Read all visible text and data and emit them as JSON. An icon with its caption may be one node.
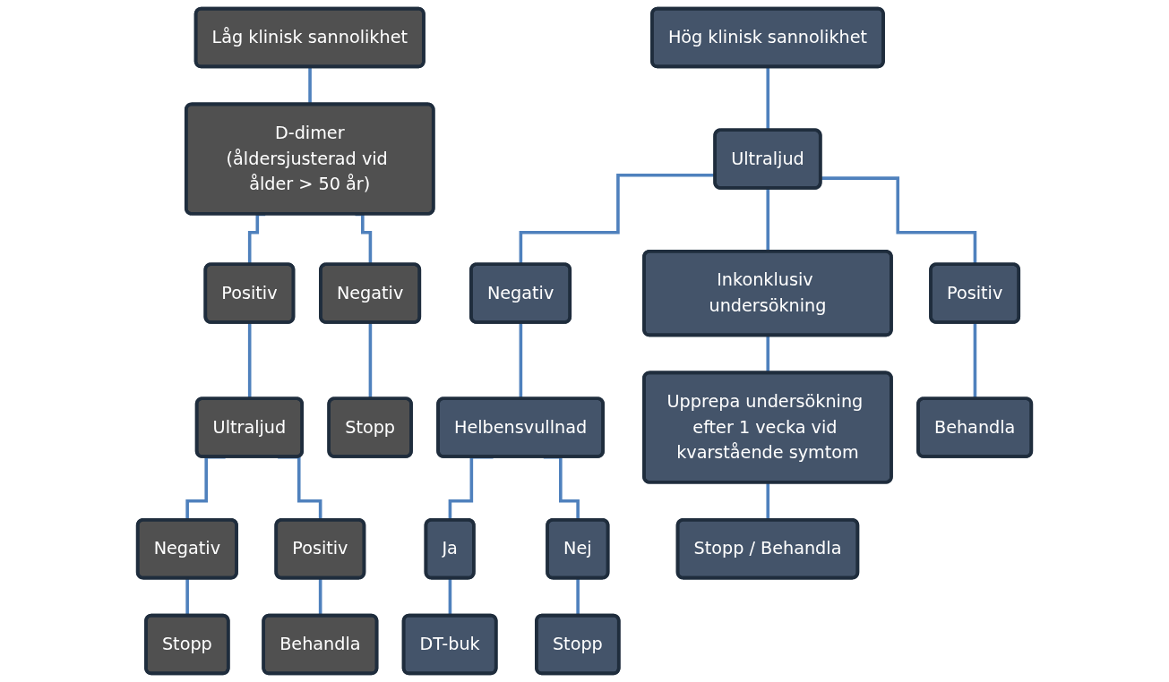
{
  "diagram": {
    "nodes": [
      {
        "text": [
          "Låg klinisk sannolikhet"
        ]
      },
      {
        "text": [
          "D-dimer",
          "(åldersjusterad vid ålder > 50 år)"
        ]
      },
      {
        "text": [
          "Negativ"
        ]
      },
      {
        "text": [
          "Positiv"
        ]
      },
      {
        "text": [
          "Ultraljud"
        ]
      },
      {
        "text": [
          "Negativ"
        ]
      },
      {
        "text": [
          "Positiv"
        ]
      },
      {
        "text": [
          "Stopp"
        ]
      },
      {
        "text": [
          "Stopp"
        ]
      },
      {
        "text": [
          "Behandla"
        ]
      },
      {
        "text": [
          "Hög klinisk sannolikhet"
        ]
      },
      {
        "text": [
          "Ultraljud"
        ]
      },
      {
        "text": [
          "Inkonklusiv undersökning"
        ]
      },
      {
        "text": [
          "Negativ"
        ]
      },
      {
        "text": [
          "Positiv"
        ]
      },
      {
        "text": [
          "Upprepa undersökning efter 1 vecka vid kvarstående symtom"
        ]
      },
      {
        "text": [
          "Helbensvullnad"
        ]
      },
      {
        "text": [
          "Ja"
        ]
      },
      {
        "text": [
          "Nej"
        ]
      },
      {
        "text": [
          "Stopp / Behandla"
        ]
      },
      {
        "text": [
          "DT-buk"
        ]
      },
      {
        "text": [
          "Stopp"
        ]
      },
      {
        "text": [
          "Behandla"
        ]
      }
    ],
    "edges": [
      {
        "from": 0,
        "to": 1,
        "arrow": "none"
      },
      {
        "from": 1,
        "to": 2,
        "arrow": "none"
      },
      {
        "from": 1,
        "to": 3,
        "arrow": "none"
      },
      {
        "from": 2,
        "to": 7,
        "arrow": "none"
      },
      {
        "from": 3,
        "to": 4,
        "arrow": "none"
      },
      {
        "from": 4,
        "to": 5,
        "arrow": "none"
      },
      {
        "from": 4,
        "to": 6,
        "arrow": "none"
      },
      {
        "from": 5,
        "to": 8,
        "arrow": "none"
      },
      {
        "from": 6,
        "to": 9,
        "arrow": "none"
      },
      {
        "from": 10,
        "to": 11,
        "arrow": "none"
      },
      {
        "from": 11,
        "to": 12,
        "arrow": "none"
      },
      {
        "from": 11,
        "to": 13,
        "arrow": "none"
      },
      {
        "from": 11,
        "to": 14,
        "arrow": "none"
      },
      {
        "from": 12,
        "to": 15,
        "arrow": "none"
      },
      {
        "from": 13,
        "to": 16,
        "arrow": "none"
      },
      {
        "from": 16,
        "to": 17,
        "arrow": "none"
      },
      {
        "from": 16,
        "to": 18,
        "arrow": "none"
      },
      {
        "from": 15,
        "to": 19,
        "arrow": "none"
      },
      {
        "from": 17,
        "to": 20,
        "arrow": "none"
      },
      {
        "from": 18,
        "to": 21,
        "arrow": "none"
      },
      {
        "from": 14,
        "to": 22,
        "arrow": "none"
      }
    ]
  }
}
